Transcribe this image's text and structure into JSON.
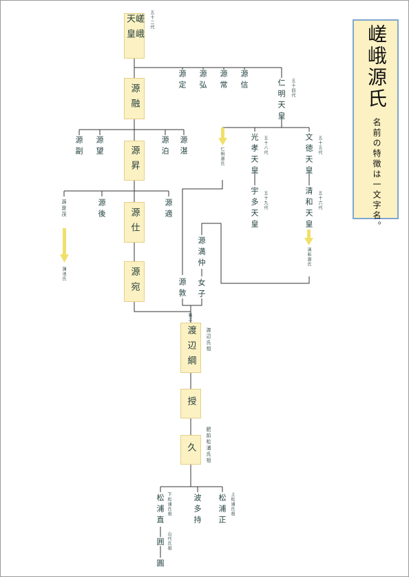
{
  "title": {
    "main": "嵯峨源氏",
    "sub": "名前の特徴は一文字名。"
  },
  "emperors": {
    "saga": {
      "name": "嵯峨天皇",
      "gen": "五十二代"
    },
    "ninmyo": {
      "name": "仁明天皇",
      "gen": "五十四代"
    },
    "kouko": {
      "name": "光孝天皇",
      "gen": "五十八代"
    },
    "uda": {
      "name": "宇多天皇",
      "gen": "五十九代"
    },
    "montoku": {
      "name": "文徳天皇",
      "gen": "五十五代"
    },
    "seiwa": {
      "name": "清和天皇",
      "gen": "五十六代"
    }
  },
  "main_line": {
    "toru": "源融",
    "noboru": "源昇",
    "tsukau": "源仕",
    "atsumu": "源宛",
    "tsuna": "渡辺綱",
    "sazuku": "授",
    "hisashi": "久"
  },
  "saga_sons": {
    "sada": "源定",
    "hiromu": "源弘",
    "tokiwa": "源常",
    "makoto": "源信"
  },
  "toru_sons": {
    "soe": "源副",
    "nozomu": "源望",
    "tomaru": "源泊",
    "kiyoshi": "源湛"
  },
  "noboru_sons": {
    "koretada": "源是茂",
    "nochi": "源後",
    "meguru": "源適"
  },
  "clan_labels": {
    "ninmyo_genji": "仁明源氏",
    "seiwa_genji": "清和源氏",
    "ikeda": "蒲池氏",
    "watanabe_founder": "渡辺氏祖",
    "matsura_founder": "肥前松浦氏祖"
  },
  "marriage": {
    "atsushi": "源敦",
    "mitsuru": "源満仲",
    "daughter": "女子",
    "adopted": "養子"
  },
  "grandsons": {
    "nao": "松浦直",
    "nao_note": "下松浦氏祖",
    "motsu": "波多持",
    "motsu_sub": "",
    "tadashi": "松浦正",
    "tadashi_note": "上松浦氏祖",
    "kakomu": "囲",
    "kakomu_note": "山代氏祖",
    "madoka": "圓"
  },
  "colors": {
    "box_fill": "#fbf1c2",
    "box_border": "#e4cf8a",
    "title_border": "#7fa6cf",
    "arrow": "#f0e06a",
    "line": "#333333"
  }
}
